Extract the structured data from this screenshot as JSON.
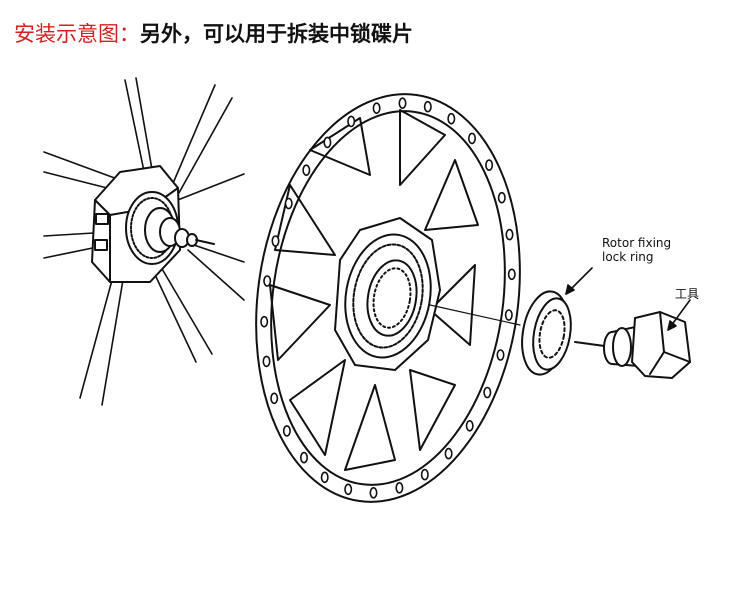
{
  "header": {
    "red_part": "安装示意图：",
    "black_part": "另外，可以用于拆装中锁碟片"
  },
  "labels": {
    "lock_ring_line1": "Rotor fixing",
    "lock_ring_line2": "lock ring",
    "tool": "工具"
  },
  "colors": {
    "header_red": "#d61f1f",
    "line": "#111111"
  }
}
